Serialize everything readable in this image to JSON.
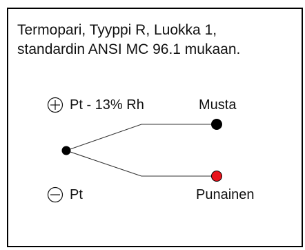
{
  "diagram": {
    "title_line1": "Termopari, Tyyppi R, Luokka 1,",
    "title_line2": "standardin ANSI MC 96.1 mukaan.",
    "positive": {
      "symbol": "+",
      "material": "Pt - 13% Rh",
      "color_name": "Musta",
      "terminal_color": "#000000"
    },
    "negative": {
      "symbol": "−",
      "material": "Pt",
      "color_name": "Punainen",
      "terminal_color": "#e8141c"
    },
    "junction_color": "#000000"
  }
}
